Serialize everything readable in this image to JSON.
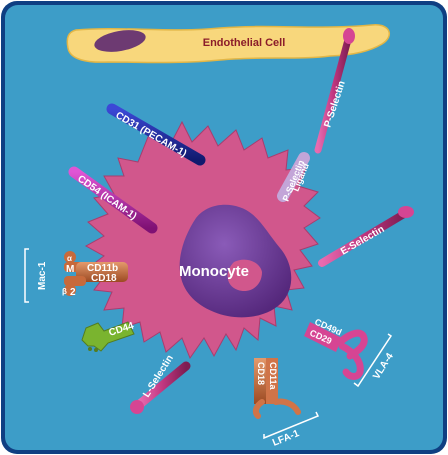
{
  "labels": {
    "endothelial_cell": "Endothelial Cell",
    "monocyte": "Monocyte",
    "p_selectin": "P-Selectin",
    "p_selectin_ligand_line1": "P-Selectin",
    "p_selectin_ligand_line2": "Ligand",
    "cd31": "CD31 (PECAM-1)",
    "cd54": "CD54 (ICAM-1)",
    "e_selectin": "E-Selectin",
    "mac1": "Mac-1",
    "alpha": "α",
    "m": "M",
    "beta": "β",
    "two": "2",
    "cd11b": "CD11b",
    "cd18": "CD18",
    "cd44": "CD44",
    "cd49d": "CD49d",
    "cd29": "CD29",
    "vla4": "VLA-4",
    "l_selectin": "L-Selectin",
    "lfa_cd18": "CD18",
    "lfa_cd11a": "CD11a",
    "lfa1": "LFA-1"
  },
  "colors": {
    "background": "#3d9dc8",
    "frame": "#0f3f82",
    "monocyte_body": "#d1578c",
    "nucleus": "#6a3c93",
    "endothelial": "#f8d77c",
    "endothelial_nucleus": "#6d3a72",
    "p_selectin": "#c0367f",
    "cd31": "#1d26a0",
    "cd54": "#b31f9f",
    "integrin_orange": "#c76a3c",
    "cd44_green": "#7ab42f"
  }
}
